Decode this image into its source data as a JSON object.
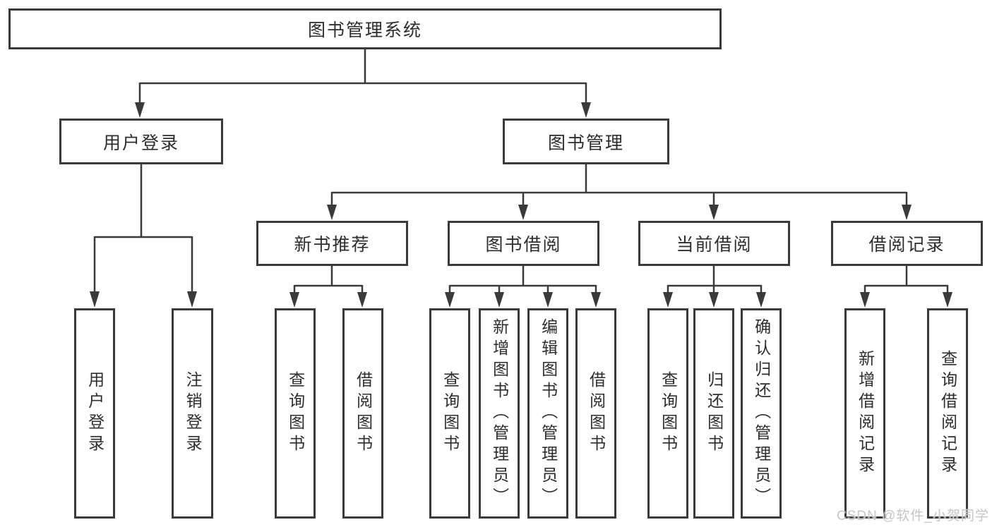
{
  "tree": {
    "label": "图书管理系统",
    "children": [
      {
        "label": "用户登录",
        "children": [
          {
            "label": "用户登录"
          },
          {
            "label": "注销登录"
          }
        ]
      },
      {
        "label": "图书管理",
        "children": [
          {
            "label": "新书推荐",
            "children": [
              {
                "label": "查询图书"
              },
              {
                "label": "借阅图书"
              }
            ]
          },
          {
            "label": "图书借阅",
            "children": [
              {
                "label": "查询图书"
              },
              {
                "label": "新增图书（管理员）"
              },
              {
                "label": "编辑图书（管理员）"
              },
              {
                "label": "借阅图书"
              }
            ]
          },
          {
            "label": "当前借阅",
            "children": [
              {
                "label": "查询图书"
              },
              {
                "label": "归还图书"
              },
              {
                "label": "确认归还（管理员）"
              }
            ]
          },
          {
            "label": "借阅记录",
            "children": [
              {
                "label": "新增借阅记录"
              },
              {
                "label": "查询借阅记录"
              }
            ]
          }
        ]
      }
    ]
  },
  "watermark": {
    "text": "CSDN @软件_小贺同学"
  },
  "colors": {
    "line": "#3a3a3a",
    "box_border": "#3a3a3a",
    "text": "#2d2d2d",
    "watermark": "#c5c5c5",
    "background": "#ffffff"
  }
}
